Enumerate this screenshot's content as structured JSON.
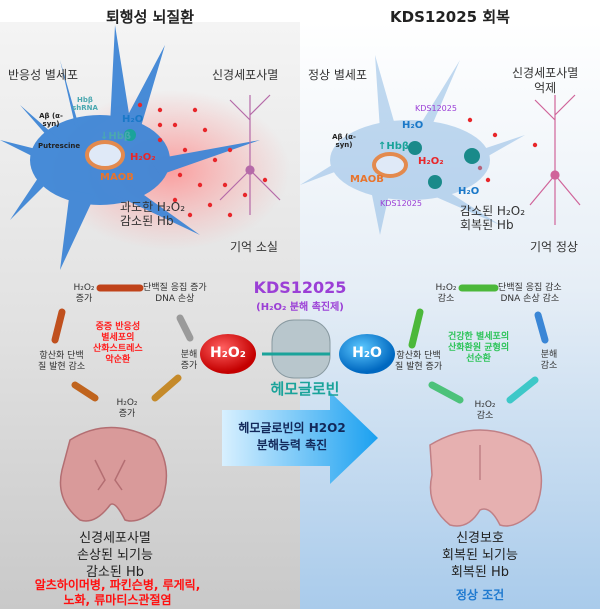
{
  "left": {
    "title": "퇴행성 뇌질환",
    "astrocyte_label": "반응성 별세포",
    "neuron_label": "신경세포사멸",
    "shrna": "Hbβ shRNA",
    "abeta": "Aβ (α-syn)",
    "putrescine": "Putrescine",
    "maob": "MAOB",
    "h2o": "H₂O",
    "hbb": "↓Hbβ",
    "h2o2": "H₂O₂",
    "state_line1": "과도한 H₂O₂",
    "state_line2": "감소된 Hb",
    "memory": "기억 소실",
    "cycle": {
      "top_left": "H₂O₂ 증가",
      "top_right_1": "단백질 응집 증가",
      "top_right_2": "DNA 손상",
      "right": "분해 증가",
      "bottom": "H₂O₂ 증가",
      "left_1": "항산화 단백",
      "left_2": "질 발현 감소",
      "center": [
        "중증 반응성",
        "별세포의",
        "산화스트레스",
        "악순환"
      ]
    },
    "outcome": [
      "신경세포사멸",
      "손상된 뇌기능",
      "감소된 Hb"
    ],
    "diseases": [
      "알츠하이머병, 파킨슨병, 루게릭,",
      "노화, 류마티스관절염"
    ]
  },
  "right": {
    "title": "KDS12025 회복",
    "astrocyte_label": "정상 별세포",
    "neuron_label_1": "신경세포사멸",
    "neuron_label_2": "억제",
    "kds_top": "KDS12025",
    "kds_bottom": "KDS12025",
    "abeta": "Aβ (α-syn)",
    "maob": "MAOB",
    "h2o_top": "H₂O",
    "h2o_right": "H₂O",
    "hbb": "↑Hbβ",
    "h2o2": "H₂O₂",
    "state_line1": "감소된 H₂O₂",
    "state_line2": "회복된 Hb",
    "memory": "기억 정상",
    "cycle": {
      "top_left": "H₂O₂ 감소",
      "top_right_1": "단백질 응집 감소",
      "top_right_2": "DNA 손상 감소",
      "right": "분해 감소",
      "bottom": "H₂O₂ 감소",
      "left_1": "항산화 단백",
      "left_2": "질 발현 증가",
      "center": [
        "건강한 별세포의",
        "산화환원 균형의",
        "선순환"
      ]
    },
    "outcome": [
      "신경보호",
      "회복된 뇌기능",
      "회복된 Hb"
    ],
    "condition": "정상 조건"
  },
  "center": {
    "drug": "KDS12025",
    "drug_desc": "(H₂O₂ 분해 촉진제)",
    "h2o2_badge": "H₂O₂",
    "h2o_badge": "H₂O",
    "protein": "헤모글로빈",
    "arrow_text": [
      "헤모글로빈의 H2O2",
      "분해능력 촉진"
    ]
  },
  "colors": {
    "astrocyte": "#3a7fd0",
    "ros": "#e8262a",
    "kds": "#9b3fd6",
    "hemoglobin": "#1aa39a",
    "disease": "#ff1010",
    "healthy": "#2ec45a",
    "condition": "#1f7ad0"
  }
}
